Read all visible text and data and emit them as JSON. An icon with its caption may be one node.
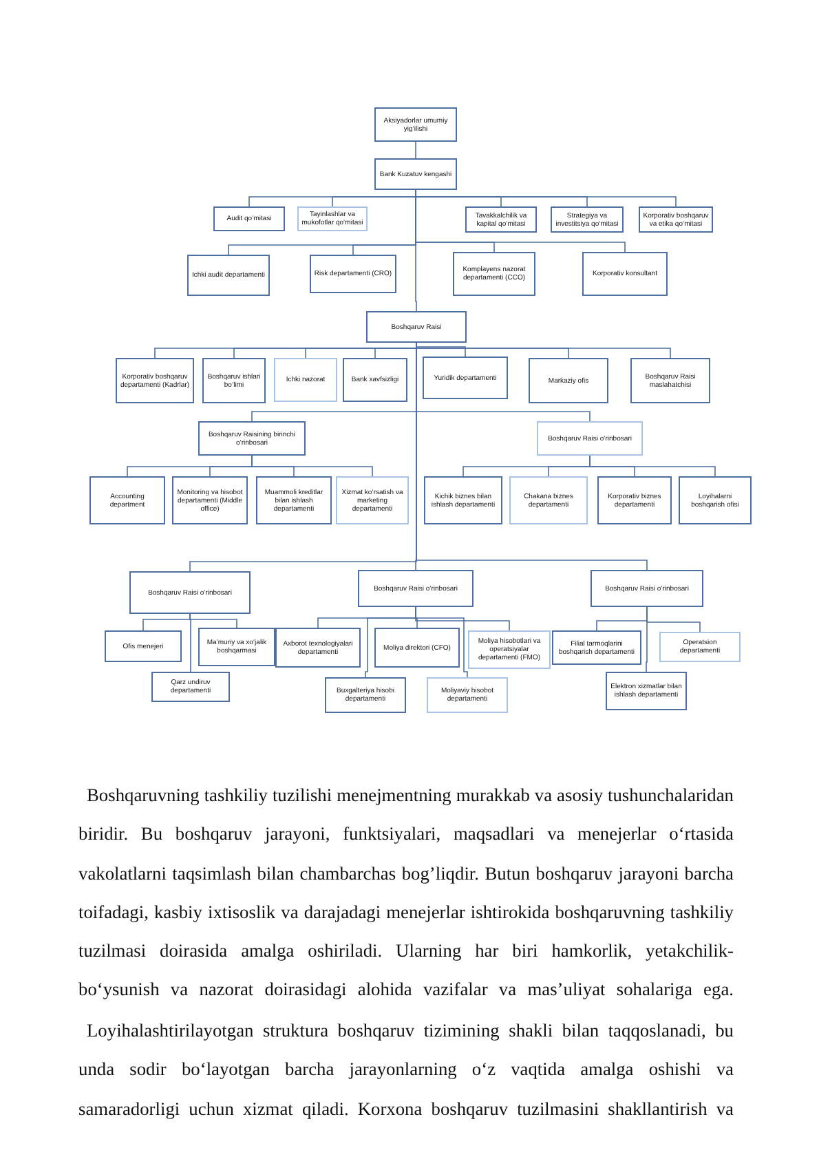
{
  "diagram": {
    "nodes": [
      {
        "text": [
          "Aksiyadorlar umumiy yig‘ilishi"
        ]
      },
      {
        "text": [
          "Bank Kuzatuv kengashi"
        ]
      },
      {
        "text": [
          "Audit qo‘mitasi"
        ]
      },
      {
        "text": [
          "Tayinlashlar va mukofotlar qo‘mitasi"
        ]
      },
      {
        "text": [
          "Tavakkalchilik va kapital qo‘mitasi"
        ]
      },
      {
        "text": [
          "Strategiya va investitsiya qo‘mitasi"
        ]
      },
      {
        "text": [
          "Korporativ boshqaruv va etika qo‘mitasi"
        ]
      },
      {
        "text": [
          "Ichki audit departamenti"
        ]
      },
      {
        "text": [
          "Risk departamenti (CRO)"
        ]
      },
      {
        "text": [
          "Komplayens nazorat departamenti (CCO)"
        ]
      },
      {
        "text": [
          "Korporativ konsultant"
        ]
      },
      {
        "text": [
          "Boshqaruv Raisi"
        ]
      },
      {
        "text": [
          "Korporativ boshqaruv departamenti (Kadrlar)"
        ]
      },
      {
        "text": [
          "Boshqaruv ishlari bo‘limi"
        ]
      },
      {
        "text": [
          "Ichki nazorat"
        ]
      },
      {
        "text": [
          "Bank xavfsizligi"
        ]
      },
      {
        "text": [
          "Yuridik departamenti"
        ]
      },
      {
        "text": [
          "Markaziy ofis"
        ]
      },
      {
        "text": [
          "Boshqaruv Raisi maslahatchisi"
        ]
      },
      {
        "text": [
          "Boshqaruv Raisining birinchi o‘rinbosari"
        ]
      },
      {
        "text": [
          "Accounting department"
        ]
      },
      {
        "text": [
          "Monitoring va hisobot departamenti (Middle office)"
        ]
      },
      {
        "text": [
          "Muammoli kreditlar bilan ishlash departamenti"
        ]
      },
      {
        "text": [
          "Xizmat ko‘rsatish va marketing departamenti"
        ]
      },
      {
        "text": [
          "Boshqaruv Raisi o‘rinbosari"
        ]
      },
      {
        "text": [
          "Kichik biznes bilan ishlash departamenti"
        ]
      },
      {
        "text": [
          "Chakana biznes departamenti"
        ]
      },
      {
        "text": [
          "Korporativ biznes departamenti"
        ]
      },
      {
        "text": [
          "Loyihalarni boshqarish ofisi"
        ]
      },
      {
        "text": [
          "Boshqaruv Raisi o‘rinbosari"
        ]
      },
      {
        "text": [
          "Ofis menejeri"
        ]
      },
      {
        "text": [
          "Ma’muriy va xo‘jalik boshqarmasi"
        ]
      },
      {
        "text": [
          "Qarz undiruv departamenti"
        ]
      },
      {
        "text": [
          "Boshqaruv Raisi o‘rinbosari"
        ]
      },
      {
        "text": [
          "Axborot texnologiyalari departamenti"
        ]
      },
      {
        "text": [
          "Moliya direktori (CFO)"
        ]
      },
      {
        "text": [
          "Moliya hisobotlari va operatsiyalar departamenti (FMO)"
        ]
      },
      {
        "text": [
          "Buxgalteriya hisobi departamenti"
        ]
      },
      {
        "text": [
          "Moliyaviy hisobot departamenti"
        ]
      },
      {
        "text": [
          "Boshqaruv Raisi o‘rinbosari"
        ]
      },
      {
        "text": [
          "Filial tarmoqlarini boshqarish departamenti"
        ]
      },
      {
        "text": [
          "Operatsion departamenti"
        ]
      },
      {
        "text": [
          "Elektron xizmatlar bilan ishlash departamenti"
        ]
      }
    ],
    "edges": [
      {
        "from": 0,
        "to": 1,
        "arrow": "none"
      },
      {
        "from": 1,
        "to": 2,
        "arrow": "none"
      },
      {
        "from": 1,
        "to": 3,
        "arrow": "none"
      },
      {
        "from": 1,
        "to": 4,
        "arrow": "none"
      },
      {
        "from": 1,
        "to": 5,
        "arrow": "none"
      },
      {
        "from": 1,
        "to": 6,
        "arrow": "none"
      },
      {
        "from": 1,
        "to": 7,
        "arrow": "none"
      },
      {
        "from": 1,
        "to": 8,
        "arrow": "none"
      },
      {
        "from": 1,
        "to": 9,
        "arrow": "none"
      },
      {
        "from": 1,
        "to": 10,
        "arrow": "none"
      },
      {
        "from": 1,
        "to": 11,
        "arrow": "none"
      },
      {
        "from": 11,
        "to": 12,
        "arrow": "none"
      },
      {
        "from": 11,
        "to": 13,
        "arrow": "none"
      },
      {
        "from": 11,
        "to": 14,
        "arrow": "none"
      },
      {
        "from": 11,
        "to": 15,
        "arrow": "none"
      },
      {
        "from": 11,
        "to": 16,
        "arrow": "none"
      },
      {
        "from": 11,
        "to": 17,
        "arrow": "none"
      },
      {
        "from": 11,
        "to": 18,
        "arrow": "none"
      },
      {
        "from": 11,
        "to": 19,
        "arrow": "none"
      },
      {
        "from": 11,
        "to": 24,
        "arrow": "none"
      },
      {
        "from": 19,
        "to": 20,
        "arrow": "none"
      },
      {
        "from": 19,
        "to": 21,
        "arrow": "none"
      },
      {
        "from": 19,
        "to": 22,
        "arrow": "none"
      },
      {
        "from": 19,
        "to": 23,
        "arrow": "none"
      },
      {
        "from": 24,
        "to": 25,
        "arrow": "none"
      },
      {
        "from": 24,
        "to": 26,
        "arrow": "none"
      },
      {
        "from": 24,
        "to": 27,
        "arrow": "none"
      },
      {
        "from": 24,
        "to": 28,
        "arrow": "none"
      },
      {
        "from": 11,
        "to": 29,
        "arrow": "none"
      },
      {
        "from": 11,
        "to": 33,
        "arrow": "none"
      },
      {
        "from": 11,
        "to": 39,
        "arrow": "none"
      },
      {
        "from": 29,
        "to": 30,
        "arrow": "none"
      },
      {
        "from": 29,
        "to": 31,
        "arrow": "none"
      },
      {
        "from": 29,
        "to": 32,
        "arrow": "none"
      },
      {
        "from": 33,
        "to": 34,
        "arrow": "none"
      },
      {
        "from": 33,
        "to": 35,
        "arrow": "none"
      },
      {
        "from": 33,
        "to": 36,
        "arrow": "none"
      },
      {
        "from": 33,
        "to": 37,
        "arrow": "none"
      },
      {
        "from": 33,
        "to": 38,
        "arrow": "none"
      },
      {
        "from": 39,
        "to": 40,
        "arrow": "none"
      },
      {
        "from": 39,
        "to": 41,
        "arrow": "none"
      },
      {
        "from": 39,
        "to": 42,
        "arrow": "none"
      }
    ],
    "labels": [
      "Boshqaruvning tashkiliy tuzilishi menejmentning murakkab va asosiy tushunchalaridan biridir. Bu boshqaruv jarayoni, funktsiyalari, maqsadlari va menejerlar o‘rtasida vakolatlarni taqsimlash bilan chambarchas bog’liqdir. Butun boshqaruv jarayoni barcha toifadagi, kasbiy ixtisoslik va darajadagi menejerlar ishtirokida boshqaruvning tashkiliy tuzilmasi doirasida amalga oshiriladi. Ularning har biri hamkorlik, yetakchilik-bo‘ysunish va nazorat doirasidagi alohida vazifalar va mas’uliyat sohalariga ega.",
      "Loyihalashtirilayotgan struktura boshqaruv tizimining shakli bilan taqqoslanadi, bu unda sodir bo‘layotgan barcha jarayonlarning o‘z vaqtida amalga oshishi va samaradorligi uchun xizmat qiladi. Korxona boshqaruv tuzilmasini shakllantirish va"
    ]
  }
}
